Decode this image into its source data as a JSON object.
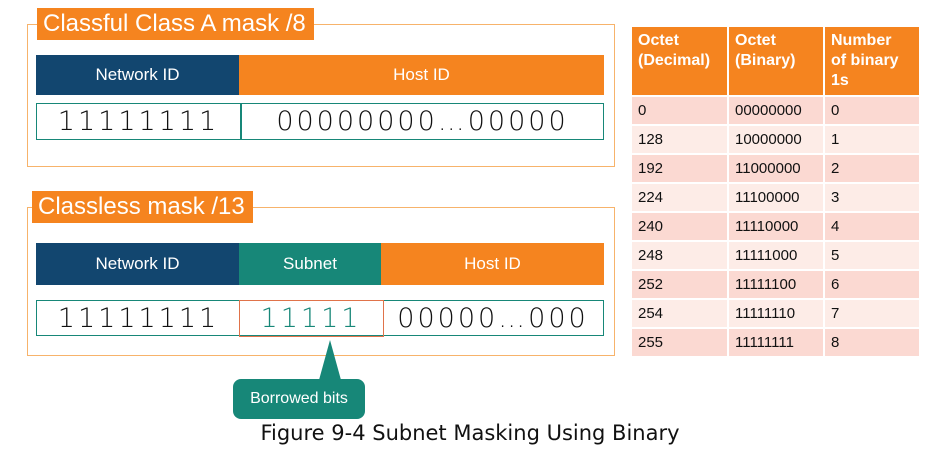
{
  "classful": {
    "title": "Classful Class A mask /8",
    "headers": {
      "network": "Network ID",
      "host": "Host ID"
    },
    "bits": {
      "network": "11111111",
      "host": "00000000…00000"
    }
  },
  "classless": {
    "title": "Classless mask /13",
    "headers": {
      "network": "Network ID",
      "subnet": "Subnet",
      "host": "Host ID"
    },
    "bits": {
      "network": "11111111",
      "subnet": "11111",
      "host": "00000…000"
    }
  },
  "callout": "Borrowed bits",
  "caption": "Figure 9-4 Subnet Masking Using Binary",
  "table": {
    "headers": [
      "Octet\n(Decimal)",
      "Octet\n(Binary)",
      "Number\nof binary\n1s"
    ],
    "rows": [
      [
        "0",
        "00000000",
        "0"
      ],
      [
        "128",
        "10000000",
        "1"
      ],
      [
        "192",
        "11000000",
        "2"
      ],
      [
        "224",
        "11100000",
        "3"
      ],
      [
        "240",
        "11110000",
        "4"
      ],
      [
        "248",
        "11111000",
        "5"
      ],
      [
        "252",
        "11111100",
        "6"
      ],
      [
        "254",
        "11111110",
        "7"
      ],
      [
        "255",
        "11111111",
        "8"
      ]
    ]
  },
  "colors": {
    "orange": "#f5841f",
    "navy": "#12466f",
    "teal": "#178778",
    "row_odd": "#fbd9d2",
    "row_even": "#fdece7"
  }
}
